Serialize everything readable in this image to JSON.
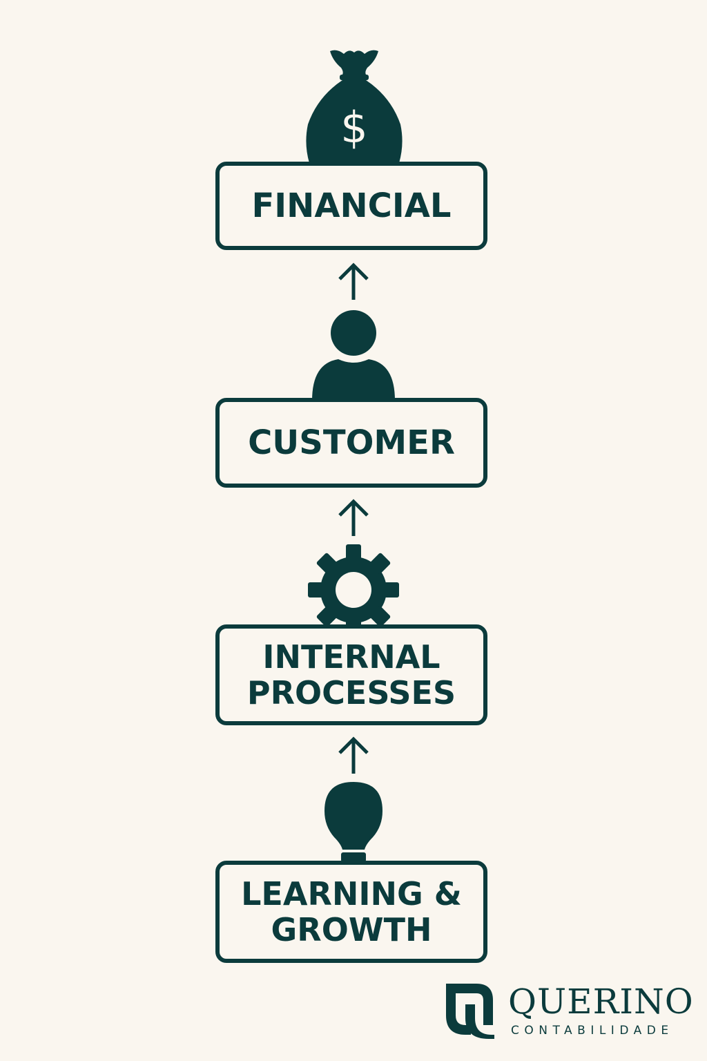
{
  "diagram": {
    "levels": [
      {
        "id": "financial",
        "label_lines": [
          "FINANCIAL"
        ],
        "icon": "money-bag-icon"
      },
      {
        "id": "customer",
        "label_lines": [
          "CUSTOMER"
        ],
        "icon": "person-icon"
      },
      {
        "id": "internal-processes",
        "label_lines": [
          "INTERNAL",
          "PROCESSES"
        ],
        "icon": "gear-icon"
      },
      {
        "id": "learning-growth",
        "label_lines": [
          "LEARNING &",
          "GROWTH"
        ],
        "icon": "lightbulb-icon"
      }
    ],
    "arrows": [
      "up-arrow-icon",
      "up-arrow-icon",
      "up-arrow-icon"
    ]
  },
  "logo": {
    "name": "QUERINO",
    "tagline": "CONTABILIDADE",
    "icon": "querino-logo-mark"
  },
  "colors": {
    "background": "#faf6ef",
    "primary": "#0b3b3c"
  }
}
